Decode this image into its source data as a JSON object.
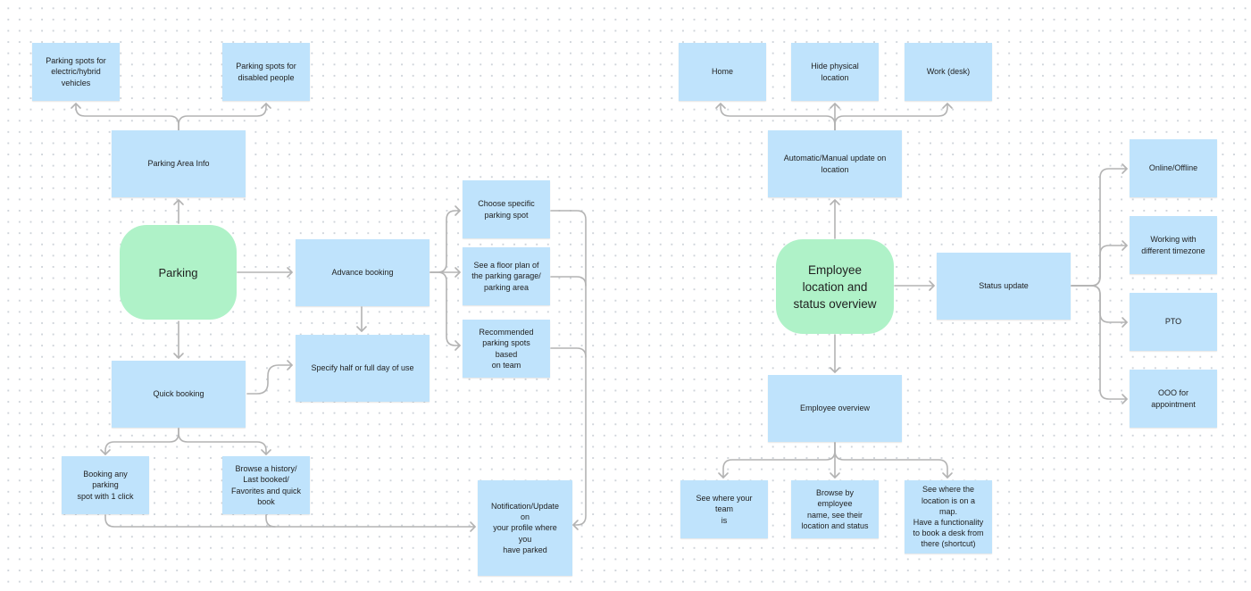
{
  "colors": {
    "note": "#bfe3fc",
    "hub": "#aff2c8",
    "connector": "#b3b3b3",
    "dot_grid": "#cfd4da"
  },
  "parking": {
    "hub": "Parking",
    "area_info": "Parking Area Info",
    "electric_spots": "Parking spots for\nelectric/hybrid\nvehicles",
    "disabled_spots": "Parking spots for\ndisabled people",
    "advance_booking": "Advance booking",
    "quick_booking": "Quick booking",
    "half_full_day": "Specify half or full day of use",
    "choose_spot": "Choose specific\nparking spot",
    "floor_plan": "See a floor plan of\nthe parking garage/\nparking area",
    "recommended": "Recommended\nparking spots based\non team",
    "one_click": "Booking any parking\nspot with 1 click",
    "history": "Browse a history/\nLast booked/\nFavorites and quick\nbook",
    "notification": "Notification/Update on\nyour profile where you\nhave parked"
  },
  "employee": {
    "hub": "Employee\nlocation and\nstatus overview",
    "home": "Home",
    "hide_location": "Hide physical\nlocation",
    "work_desk": "Work (desk)",
    "auto_manual": "Automatic/Manual update on\nlocation",
    "status_update": "Status update",
    "online_offline": "Online/Offline",
    "timezone": "Working with\ndifferent timezone",
    "pto": "PTO",
    "ooo": "OOO for\nappointment",
    "overview": "Employee overview",
    "team": "See where your team\nis",
    "browse_name": "Browse by employee\nname, see their\nlocation and status",
    "map": "See where the\nlocation is on a map.\nHave a functionality\nto book a desk from\nthere (shortcut)"
  }
}
